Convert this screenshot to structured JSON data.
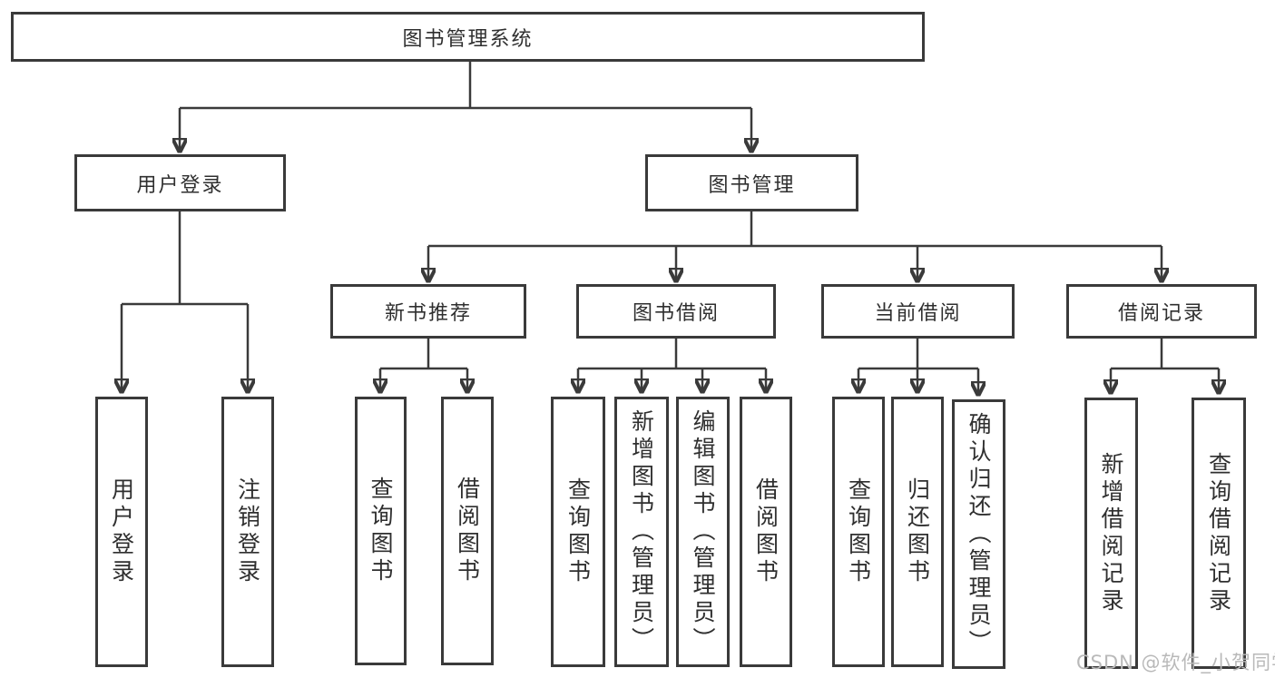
{
  "watermark": "CSDN @软件_小贺同学",
  "colors": {
    "line": "#3a3a3a",
    "text": "#2f2f2f",
    "watermark": "#b9b9b9",
    "background": "#ffffff"
  },
  "tree": {
    "root": {
      "label": "图书管理系统"
    },
    "branches": [
      {
        "label": "用户登录",
        "children": [
          {
            "label": "用户登录"
          },
          {
            "label": "注销登录"
          }
        ]
      },
      {
        "label": "图书管理",
        "sections": [
          {
            "label": "新书推荐",
            "children": [
              {
                "label": "查询图书"
              },
              {
                "label": "借阅图书"
              }
            ]
          },
          {
            "label": "图书借阅",
            "children": [
              {
                "label": "查询图书"
              },
              {
                "label": "新增图书（管理员）"
              },
              {
                "label": "编辑图书（管理员）"
              },
              {
                "label": "借阅图书"
              }
            ]
          },
          {
            "label": "当前借阅",
            "children": [
              {
                "label": "查询图书"
              },
              {
                "label": "归还图书"
              },
              {
                "label": "确认归还（管理员）"
              }
            ]
          },
          {
            "label": "借阅记录",
            "children": [
              {
                "label": "新增借阅记录"
              },
              {
                "label": "查询借阅记录"
              }
            ]
          }
        ]
      }
    ]
  }
}
